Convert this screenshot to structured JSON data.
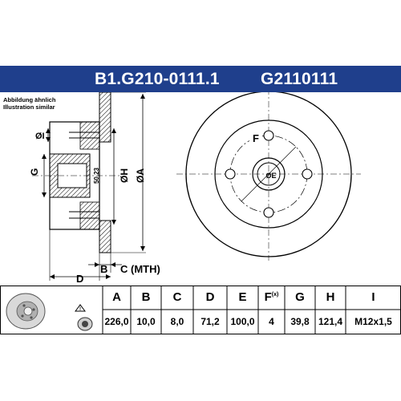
{
  "header": {
    "part_number": "B1.G210-0111.1",
    "alt_number": "G2110111"
  },
  "note": {
    "line1": "Abbildung ähnlich",
    "line2": "Illustration similar"
  },
  "drawing": {
    "labels": {
      "I": "ØI",
      "G": "G",
      "E": "ØE",
      "H": "ØH",
      "A": "ØA",
      "F": "F",
      "B": "B",
      "C": "C (MTH)",
      "D": "D",
      "dim_inner": "50,23"
    }
  },
  "table": {
    "headers": [
      "A",
      "B",
      "C",
      "D",
      "E",
      "F",
      "G",
      "H",
      "I"
    ],
    "f_suffix": "(x)",
    "values": [
      "226,0",
      "10,0",
      "8,0",
      "71,2",
      "100,0",
      "4",
      "39,8",
      "121,4",
      "M12x1,5"
    ]
  },
  "colors": {
    "brand": "#1f3f8c",
    "line": "#000000",
    "hatch": "#000000"
  }
}
